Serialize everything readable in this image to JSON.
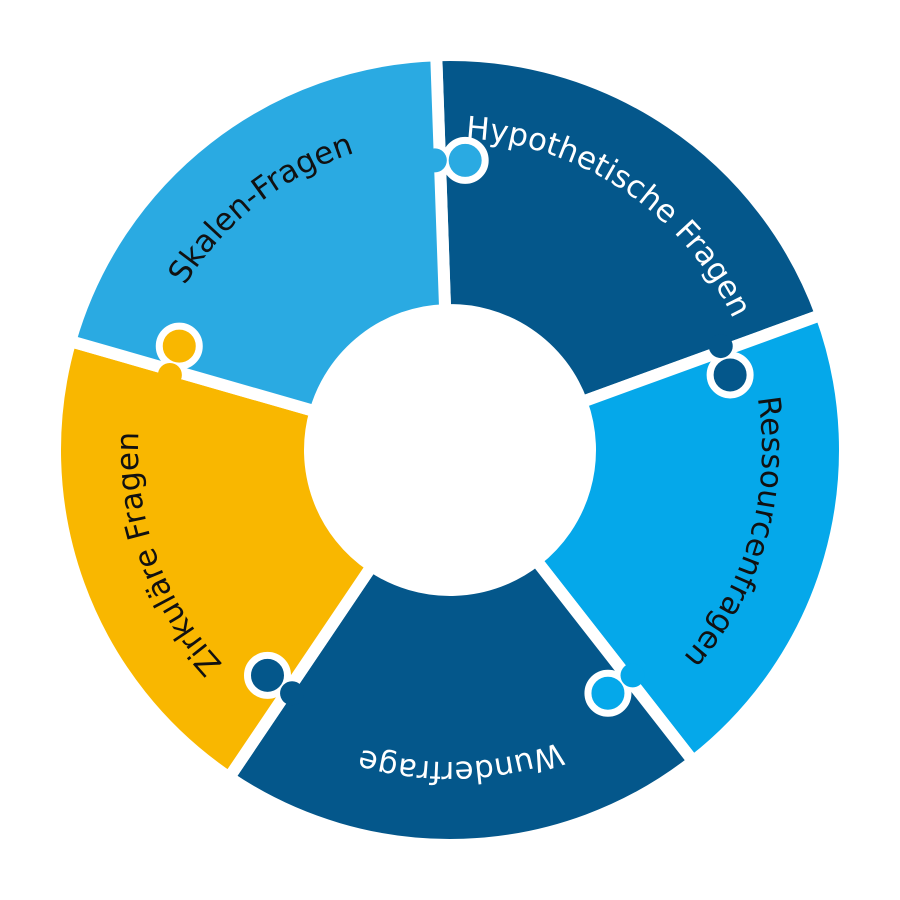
{
  "diagram": {
    "type": "puzzle-ring",
    "segments": [
      {
        "label": "Hypothetische Fragen",
        "color": "#04578b",
        "text_color": "#ffffff"
      },
      {
        "label": "Ressourcenfragen",
        "color": "#05a8ea",
        "text_color": "#111111"
      },
      {
        "label": "Wunderfrage",
        "color": "#04578b",
        "text_color": "#ffffff"
      },
      {
        "label": "Zirkuläre Fragen",
        "color": "#f9b700",
        "text_color": "#111111"
      },
      {
        "label": "Skalen-Fragen",
        "color": "#2aaae2",
        "text_color": "#111111"
      }
    ]
  }
}
